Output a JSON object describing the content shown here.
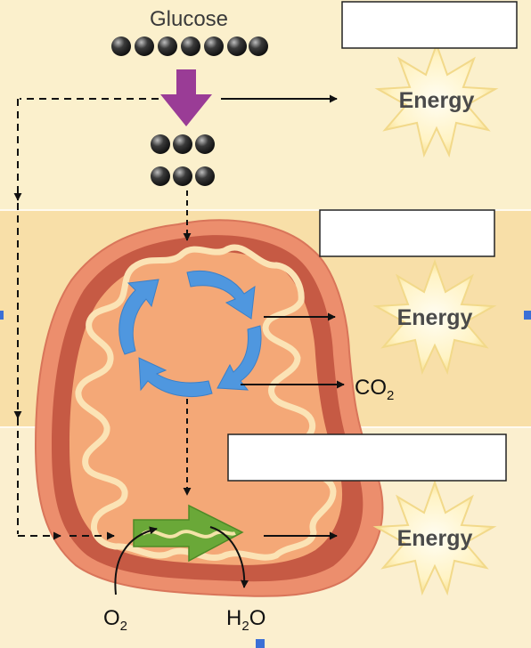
{
  "labels": {
    "glucose": "Glucose",
    "energy": "Energy",
    "co2_base": "CO",
    "co2_sub": "2",
    "o2_base": "O",
    "o2_sub": "2",
    "h2o_h": "H",
    "h2o_sub": "2",
    "h2o_o": "O"
  },
  "blank_boxes": [
    {
      "id": "glycolysis-stage-label",
      "value": ""
    },
    {
      "id": "krebs-cycle-stage-label",
      "value": ""
    },
    {
      "id": "electron-transport-stage-label",
      "value": ""
    }
  ],
  "colors": {
    "band_top": "#fbf0cc",
    "band_middle": "#f8dfa8",
    "band_bottom": "#fbefcf",
    "mito_outer": "#ec8e6d",
    "mito_inner": "#c65a44",
    "matrix": "#f4a877",
    "membrane": "#fbe3b5",
    "cycle_arrows": "#4f97df",
    "glycolysis_arrow": "#9a3c96",
    "atp_arrow": "#6aa838",
    "molecule": "#2b2b2b",
    "energy_burst": "#fff6cf",
    "energy_text": "#4a4a4a"
  }
}
